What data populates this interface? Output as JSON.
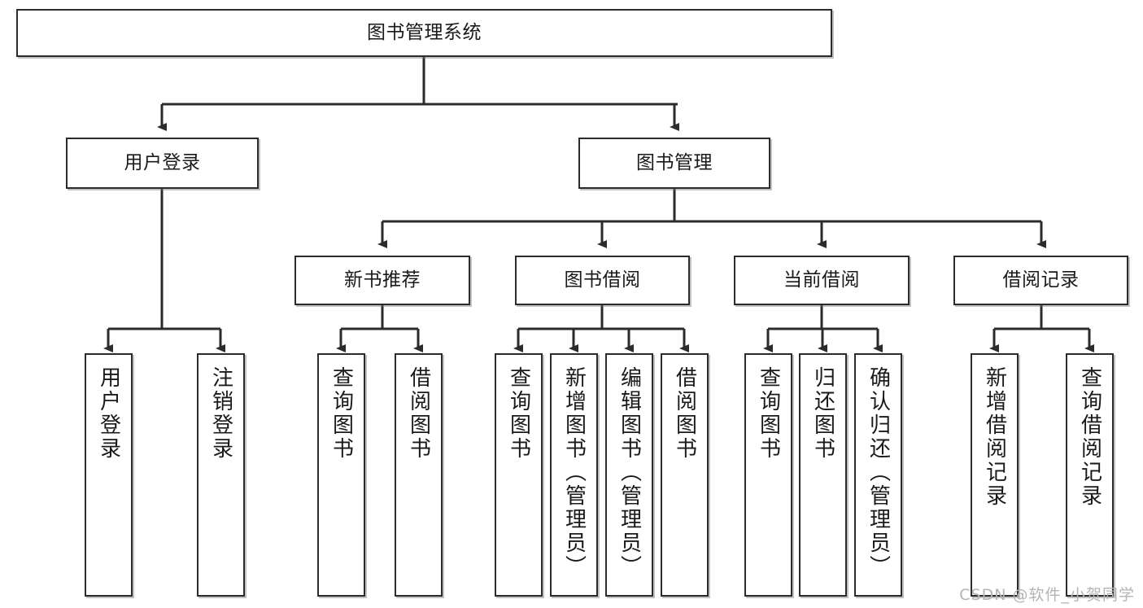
{
  "diagram": {
    "title": "图书管理系统",
    "watermark": "CSDN @软件_小贺同学",
    "colors": {
      "stroke": "#2b2b2b",
      "fill": "#ffffff",
      "text": "#1a1a1a",
      "watermark": "#b4b4b4"
    },
    "root": {
      "label": "图书管理系统"
    },
    "level2": [
      {
        "label": "用户登录"
      },
      {
        "label": "图书管理"
      }
    ],
    "level3": [
      {
        "label": "新书推荐"
      },
      {
        "label": "图书借阅"
      },
      {
        "label": "当前借阅"
      },
      {
        "label": "借阅记录"
      }
    ],
    "leaves": [
      {
        "label": "用户登录",
        "parent": "用户登录"
      },
      {
        "label": "注销登录",
        "parent": "用户登录"
      },
      {
        "label": "查询图书",
        "parent": "新书推荐"
      },
      {
        "label": "借阅图书",
        "parent": "新书推荐"
      },
      {
        "label": "查询图书",
        "parent": "图书借阅"
      },
      {
        "label": "新增图书（管理员）",
        "parent": "图书借阅"
      },
      {
        "label": "编辑图书（管理员）",
        "parent": "图书借阅"
      },
      {
        "label": "借阅图书",
        "parent": "图书借阅"
      },
      {
        "label": "查询图书",
        "parent": "当前借阅"
      },
      {
        "label": "归还图书",
        "parent": "当前借阅"
      },
      {
        "label": "确认归还（管理员）",
        "parent": "当前借阅"
      },
      {
        "label": "新增借阅记录",
        "parent": "借阅记录"
      },
      {
        "label": "查询借阅记录",
        "parent": "借阅记录"
      }
    ]
  }
}
